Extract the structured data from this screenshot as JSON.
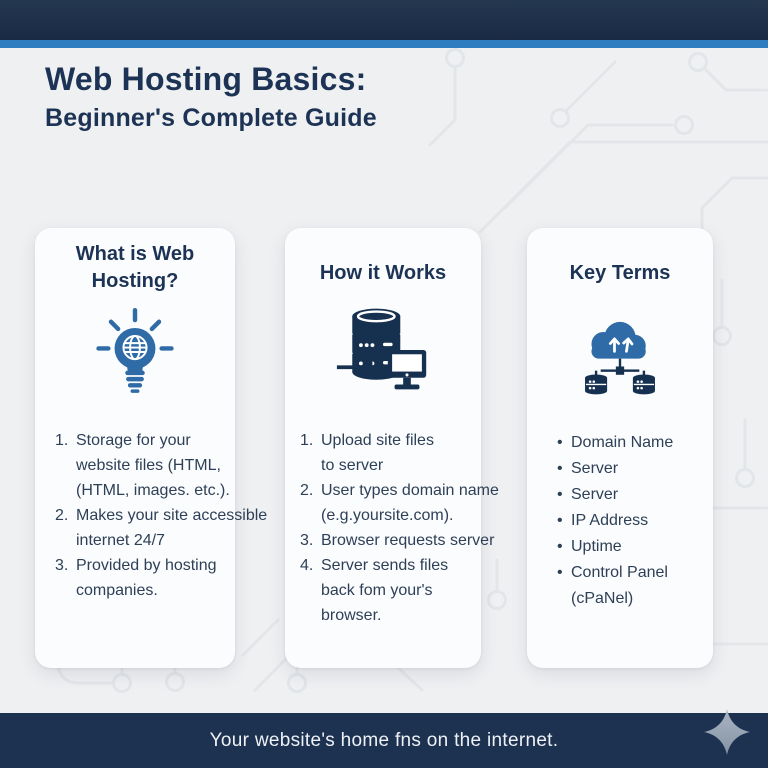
{
  "header": {
    "title_line1": "Web Hosting Basics:",
    "title_line2": "Beginner's Complete Guide"
  },
  "cards": [
    {
      "title": "What is Web Hosting?",
      "icon": "lightbulb-globe-icon",
      "list_type": "numbered",
      "items": [
        {
          "marker": "1.",
          "text": "Storage for your\nwebsite files (HTML,\n(HTML, images. etc.)."
        },
        {
          "marker": "2.",
          "text": "Makes your site accessible\ninternet 24/7"
        },
        {
          "marker": "3.",
          "text": "Provided by hosting\ncompanies."
        }
      ]
    },
    {
      "title": "How it Works",
      "icon": "server-monitor-icon",
      "list_type": "numbered",
      "items": [
        {
          "marker": "1.",
          "text": "Upload site files\nto server"
        },
        {
          "marker": "2.",
          "text": "User types domain name\n(e.g.yoursite.com)."
        },
        {
          "marker": "3.",
          "text": "Browser requests server"
        },
        {
          "marker": "4.",
          "text": "Server sends files\nback fom your's\nbrowser."
        }
      ]
    },
    {
      "title": "Key Terms",
      "icon": "cloud-upload-network-icon",
      "list_type": "bulleted",
      "items": [
        {
          "marker": "•",
          "text": "Domain Name"
        },
        {
          "marker": "•",
          "text": "Server"
        },
        {
          "marker": "•",
          "text": "Server"
        },
        {
          "marker": "•",
          "text": "IP Address"
        },
        {
          "marker": "•",
          "text": "Uptime"
        },
        {
          "marker": "•",
          "text": "Control Panel\n(cPaNel)"
        }
      ]
    }
  ],
  "footer": {
    "tagline": "Your website's home fns on the internet."
  },
  "colors": {
    "navy": "#1d3150",
    "accent_blue": "#2e7dc1",
    "icon_blue": "#2f6ba6",
    "icon_navy": "#16304f",
    "background": "#eff0f2",
    "card_background": "#fbfcfd",
    "heading_text": "#1c3355",
    "body_text": "#2e4057",
    "footer_text": "#eef1f5",
    "sparkle": "#8e9dae"
  }
}
